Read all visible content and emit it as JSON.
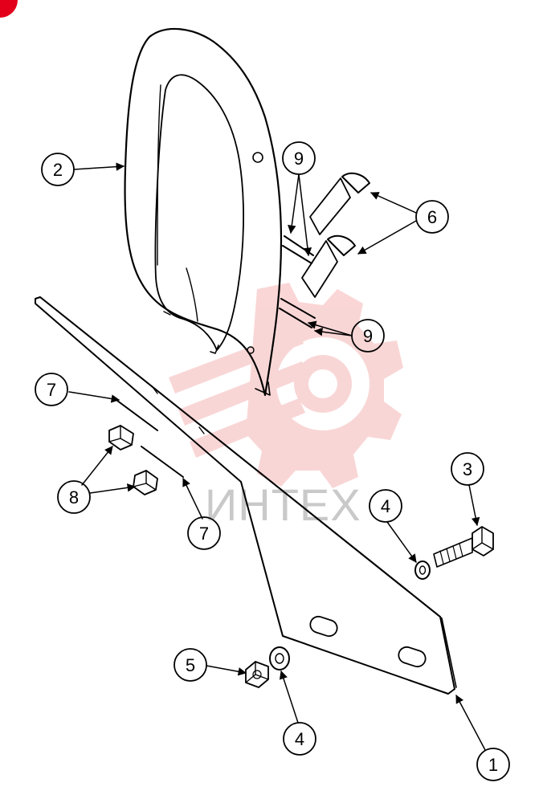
{
  "watermark": {
    "text": "ИНТЕХ",
    "color": "#d8d8d8",
    "gear_color": "#f5b5b5"
  },
  "corner_badge_color": "#e2001a",
  "callouts": [
    {
      "id": "c2a",
      "label": "2"
    },
    {
      "id": "c9a",
      "label": "9"
    },
    {
      "id": "c6a",
      "label": "6"
    },
    {
      "id": "c9b",
      "label": "9"
    },
    {
      "id": "c7a",
      "label": "7"
    },
    {
      "id": "c8a",
      "label": "8"
    },
    {
      "id": "c7b",
      "label": "7"
    },
    {
      "id": "c3a",
      "label": "3"
    },
    {
      "id": "c4a",
      "label": "4"
    },
    {
      "id": "c5a",
      "label": "5"
    },
    {
      "id": "c4b",
      "label": "4"
    },
    {
      "id": "c1a",
      "label": "1"
    }
  ]
}
